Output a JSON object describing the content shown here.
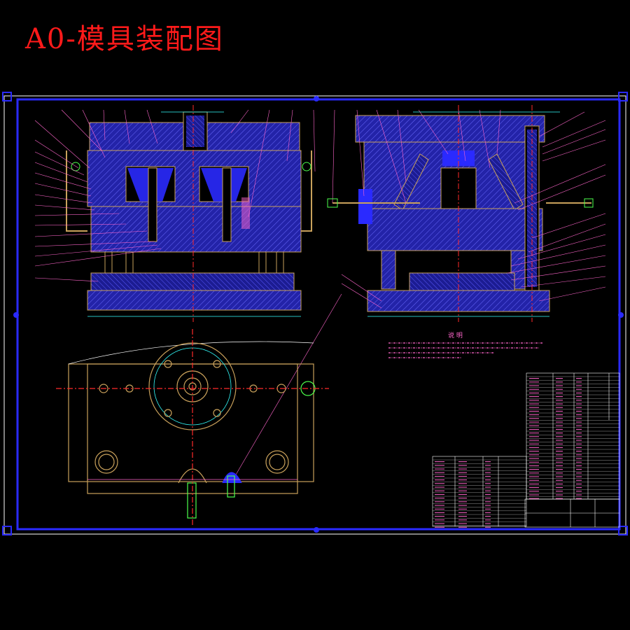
{
  "sheet": {
    "title": "A0-模具装配图",
    "notes_heading": "说 明"
  },
  "colors": {
    "background": "#000000",
    "title": "#ff1a1a",
    "frame": "#2a2aff",
    "plate_fill": "#2323a8",
    "hatch": "#6a6aff",
    "outline": "#c9a15b",
    "centerline": "#ff2a2a",
    "leader": "#ff66cc",
    "dimension": "#33ffff",
    "border_white": "#ffffff",
    "green_part": "#4cff4c"
  },
  "icons": [
    "mold-section-left",
    "mold-section-right",
    "mold-plan-view",
    "title-block-table"
  ]
}
